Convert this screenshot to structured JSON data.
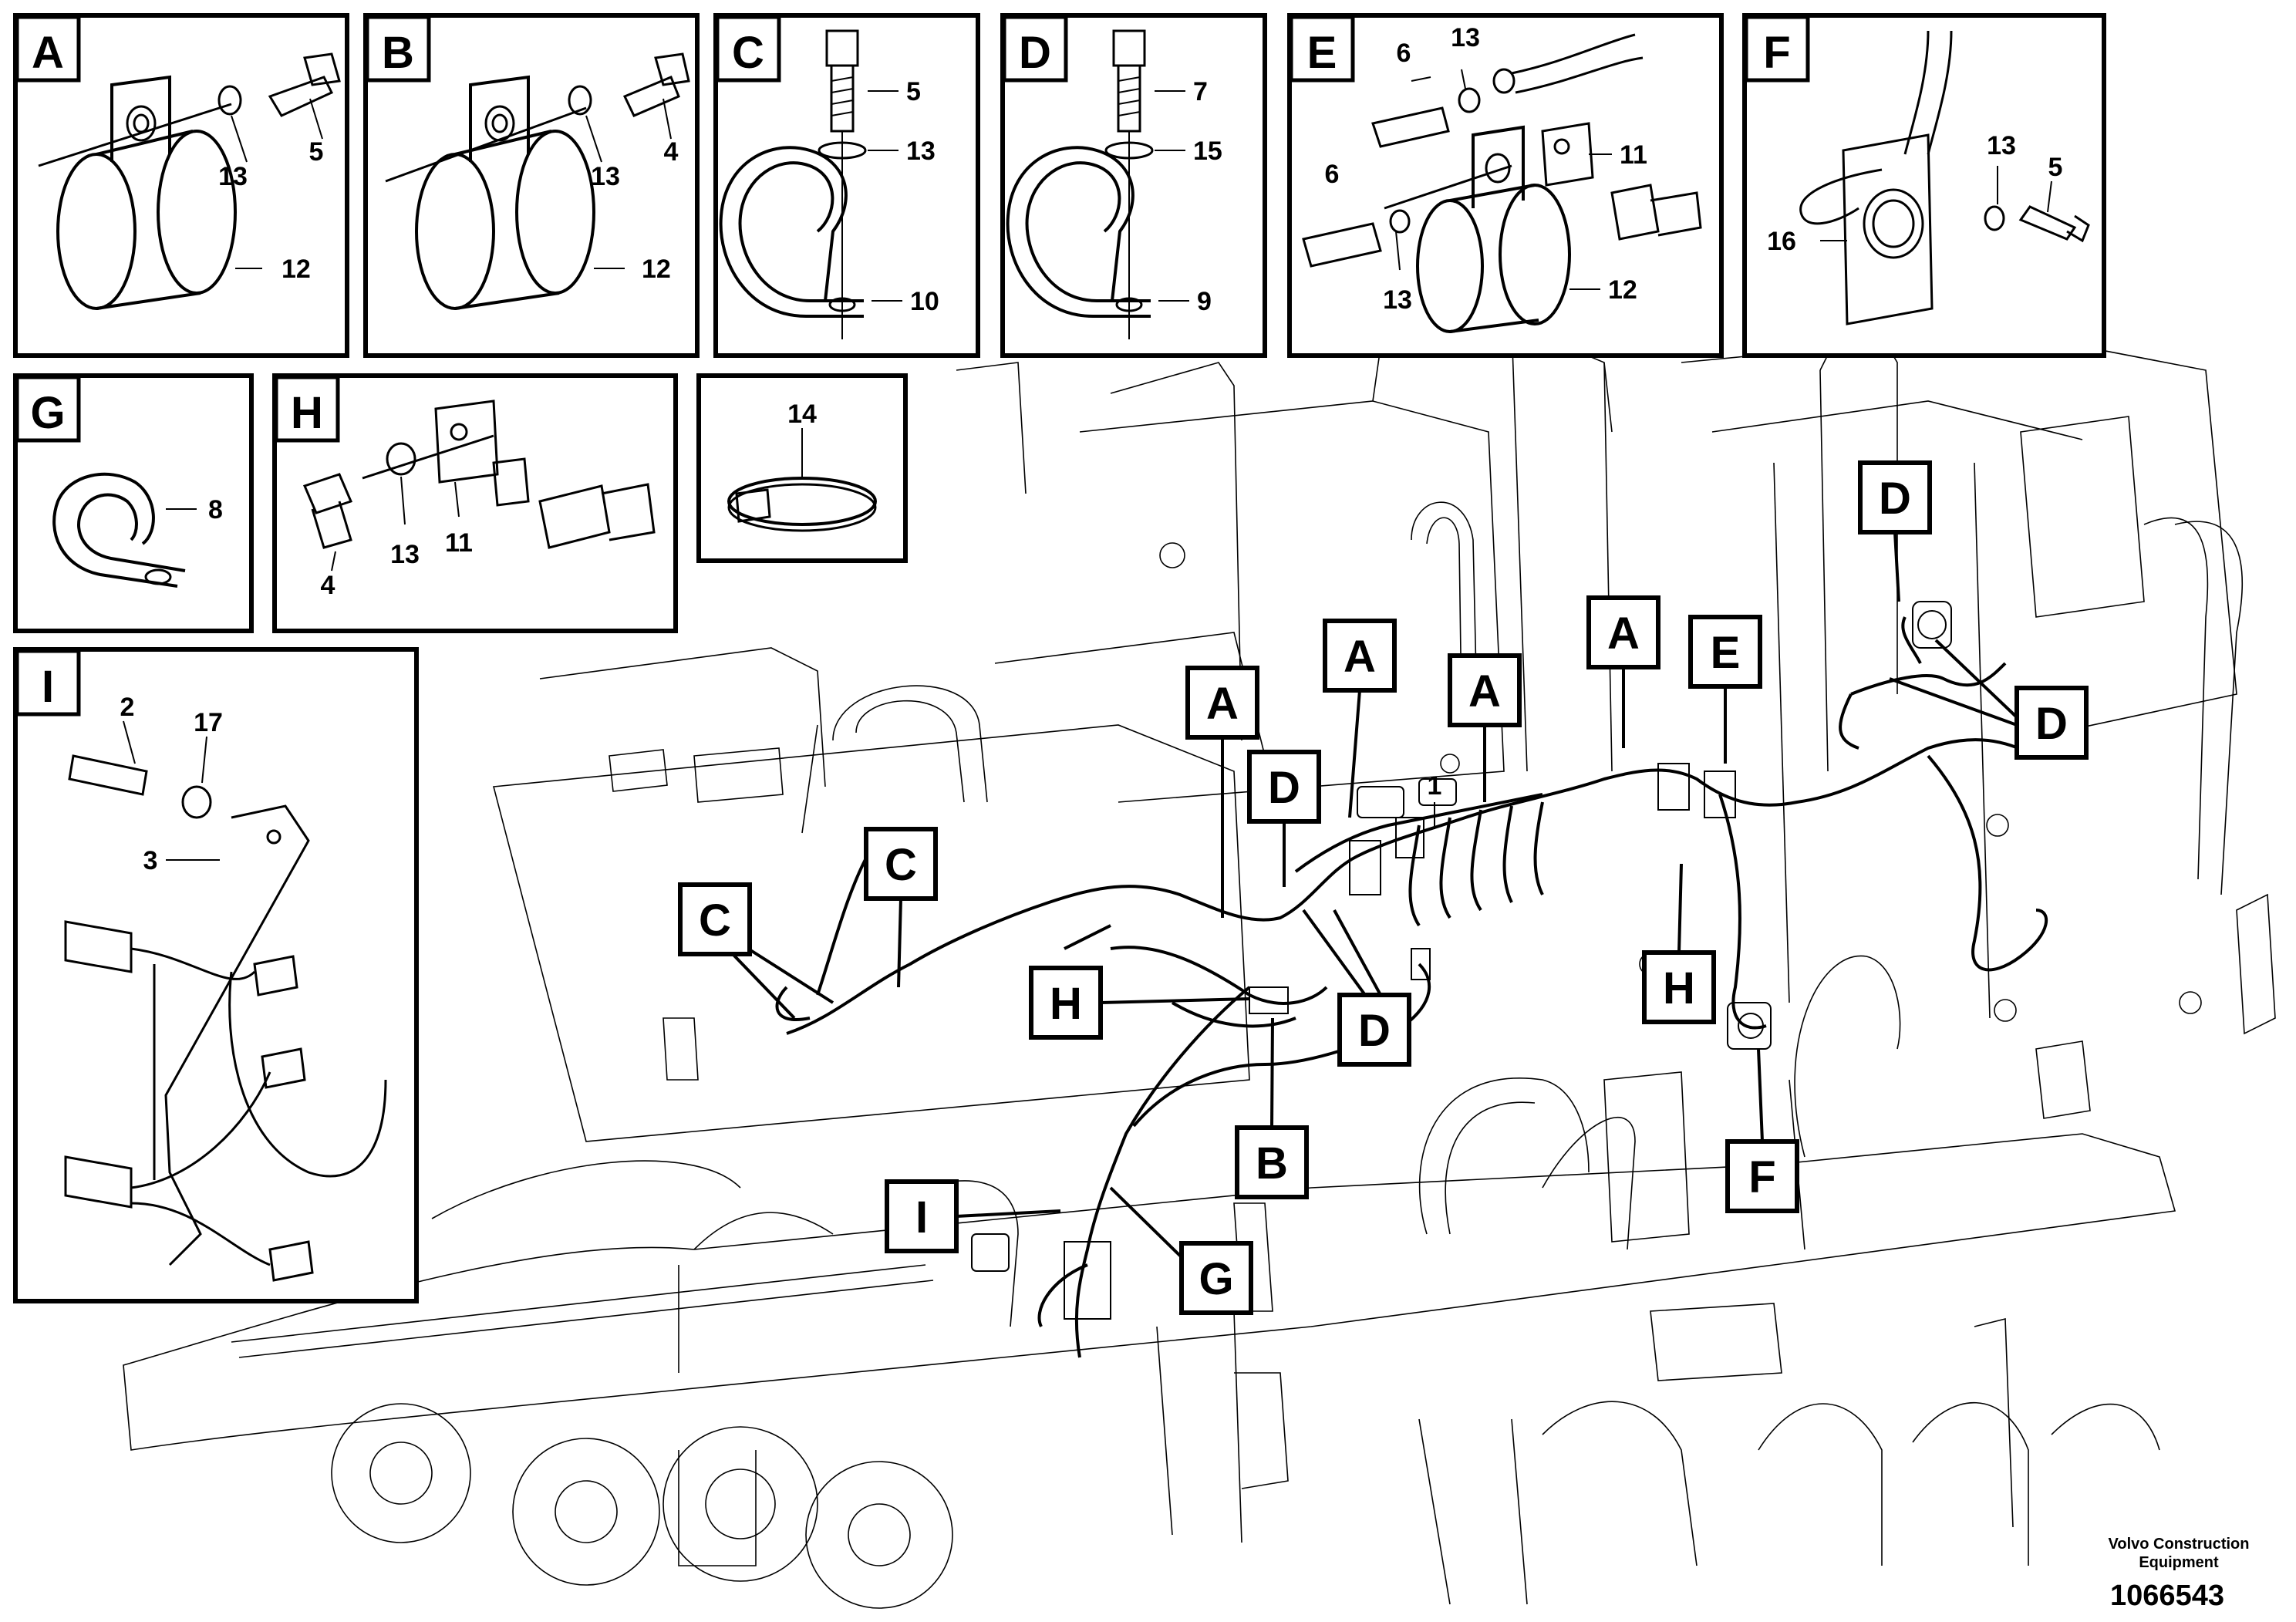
{
  "detail_panels": [
    {
      "id": "detail-a",
      "letter": "A",
      "parts": [
        "13",
        "5",
        "12"
      ]
    },
    {
      "id": "detail-b",
      "letter": "B",
      "parts": [
        "13",
        "4",
        "12"
      ]
    },
    {
      "id": "detail-c",
      "letter": "C",
      "parts": [
        "5",
        "13",
        "10"
      ]
    },
    {
      "id": "detail-d",
      "letter": "D",
      "parts": [
        "7",
        "15",
        "9"
      ]
    },
    {
      "id": "detail-e",
      "letter": "E",
      "parts": [
        "6",
        "13",
        "11",
        "6",
        "13",
        "12"
      ]
    },
    {
      "id": "detail-f",
      "letter": "F",
      "parts": [
        "13",
        "5",
        "16"
      ]
    },
    {
      "id": "detail-g",
      "letter": "G",
      "parts": [
        "8"
      ]
    },
    {
      "id": "detail-h",
      "letter": "H",
      "parts": [
        "4",
        "13",
        "11"
      ]
    },
    {
      "id": "detail-14",
      "letter": "",
      "parts": [
        "14"
      ]
    },
    {
      "id": "detail-i",
      "letter": "I",
      "parts": [
        "2",
        "17",
        "3"
      ]
    }
  ],
  "main_view": {
    "harness_label": "1",
    "callouts": [
      "A",
      "A",
      "A",
      "A",
      "E",
      "D",
      "D",
      "D",
      "D",
      "C",
      "C",
      "H",
      "H",
      "B",
      "F",
      "I",
      "G"
    ]
  },
  "footer": {
    "credit_line1": "Volvo Construction",
    "credit_line2": "Equipment",
    "doc_number": "1066543"
  }
}
